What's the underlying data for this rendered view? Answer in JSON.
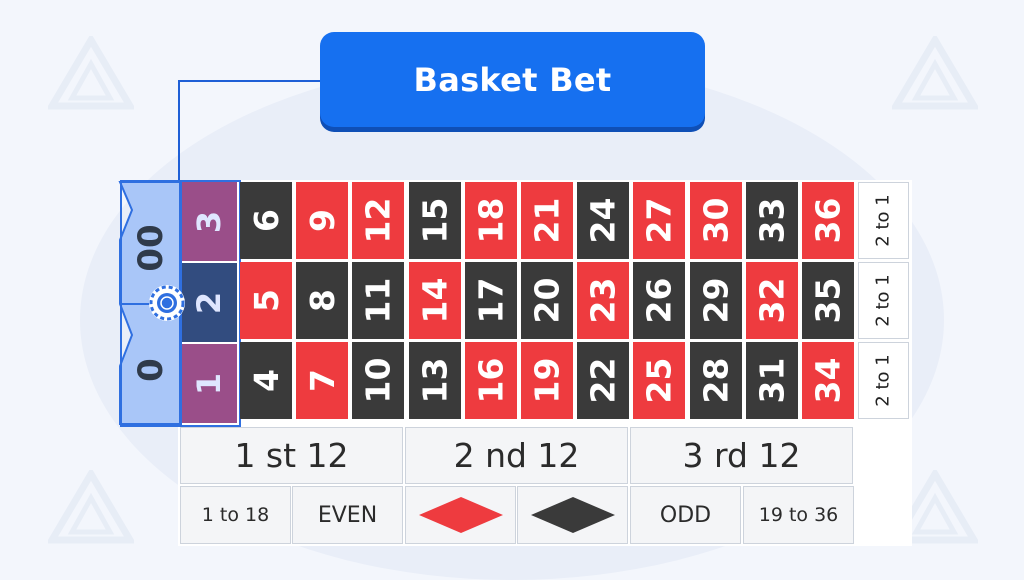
{
  "title": "Basket Bet",
  "colors": {
    "red": "#ee3b3f",
    "black": "#3a3a3a",
    "accent": "#1670f0",
    "selection": "#2f6fe0"
  },
  "zeros": [
    "00",
    "0"
  ],
  "first_column": [
    "3",
    "2",
    "1"
  ],
  "grid": {
    "top": [
      {
        "n": "6",
        "c": "black"
      },
      {
        "n": "9",
        "c": "red"
      },
      {
        "n": "12",
        "c": "red"
      },
      {
        "n": "15",
        "c": "black"
      },
      {
        "n": "18",
        "c": "red"
      },
      {
        "n": "21",
        "c": "red"
      },
      {
        "n": "24",
        "c": "black"
      },
      {
        "n": "27",
        "c": "red"
      },
      {
        "n": "30",
        "c": "red"
      },
      {
        "n": "33",
        "c": "black"
      },
      {
        "n": "36",
        "c": "red"
      }
    ],
    "middle": [
      {
        "n": "5",
        "c": "red"
      },
      {
        "n": "8",
        "c": "black"
      },
      {
        "n": "11",
        "c": "black"
      },
      {
        "n": "14",
        "c": "red"
      },
      {
        "n": "17",
        "c": "black"
      },
      {
        "n": "20",
        "c": "black"
      },
      {
        "n": "23",
        "c": "red"
      },
      {
        "n": "26",
        "c": "black"
      },
      {
        "n": "29",
        "c": "black"
      },
      {
        "n": "32",
        "c": "red"
      },
      {
        "n": "35",
        "c": "black"
      }
    ],
    "bottom": [
      {
        "n": "4",
        "c": "black"
      },
      {
        "n": "7",
        "c": "red"
      },
      {
        "n": "10",
        "c": "black"
      },
      {
        "n": "13",
        "c": "black"
      },
      {
        "n": "16",
        "c": "red"
      },
      {
        "n": "19",
        "c": "red"
      },
      {
        "n": "22",
        "c": "black"
      },
      {
        "n": "25",
        "c": "red"
      },
      {
        "n": "28",
        "c": "black"
      },
      {
        "n": "31",
        "c": "black"
      },
      {
        "n": "34",
        "c": "red"
      }
    ]
  },
  "column_bets": [
    "2 to 1",
    "2 to 1",
    "2 to 1"
  ],
  "dozens": [
    "1 st 12",
    "2 nd 12",
    "3 rd 12"
  ],
  "outside_bets": {
    "low": "1 to 18",
    "even": "EVEN",
    "red_icon": "red-diamond",
    "black_icon": "black-diamond",
    "odd": "ODD",
    "high": "19 to 36"
  },
  "chip_icon": "chip-icon"
}
